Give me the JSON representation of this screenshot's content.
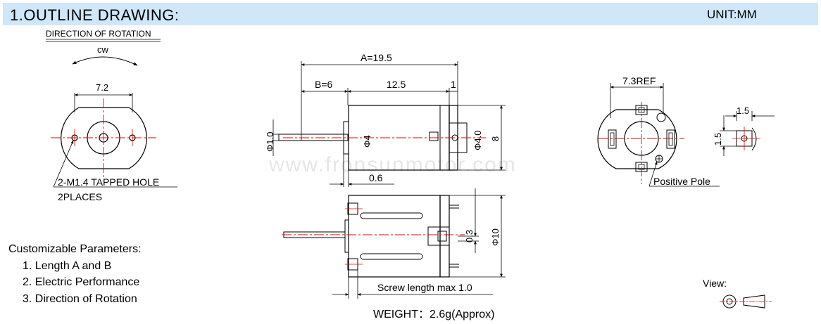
{
  "header": {
    "title": "1.OUTLINE DRAWING:",
    "unit": "UNIT:MM"
  },
  "left_view": {
    "rotation_title": "DIRECTION OF ROTATION",
    "rotation_dir": "cw",
    "dim_width": "7.2",
    "hole_label": "2-M1.4 TAPPED HOLE",
    "hole_places": "2PLACES"
  },
  "side_view": {
    "dim_a": "A=19.5",
    "dim_b": "B=6",
    "dim_body": "12.5",
    "dim_end": "1",
    "dim_shaft": "Φ1.0",
    "dim_boss": "Φ4",
    "dim_end_boss": "Φ4.0",
    "dim_height": "8",
    "dim_boss_len": "0.6"
  },
  "bottom_view": {
    "dim_screw_offset": "0.3",
    "dim_diameter": "Φ10",
    "screw_note": "Screw length max 1.0"
  },
  "right_view": {
    "dim_ref": "7.3REF",
    "pole_label": "Positive Pole"
  },
  "terminal_view": {
    "dim_w": "1.5",
    "dim_h": "1.5",
    "view_label": "View:"
  },
  "watermark": "www.fronsunmotor.com",
  "params": {
    "title": "Customizable Parameters:",
    "items": [
      "1. Length A and B",
      "2. Electric Performance",
      "3. Direction of Rotation"
    ]
  },
  "weight": "WEIGHT：2.6g(Approx)",
  "colors": {
    "header_bg": "#cfe7f8",
    "centerline": "#e00000",
    "line": "#000000"
  }
}
